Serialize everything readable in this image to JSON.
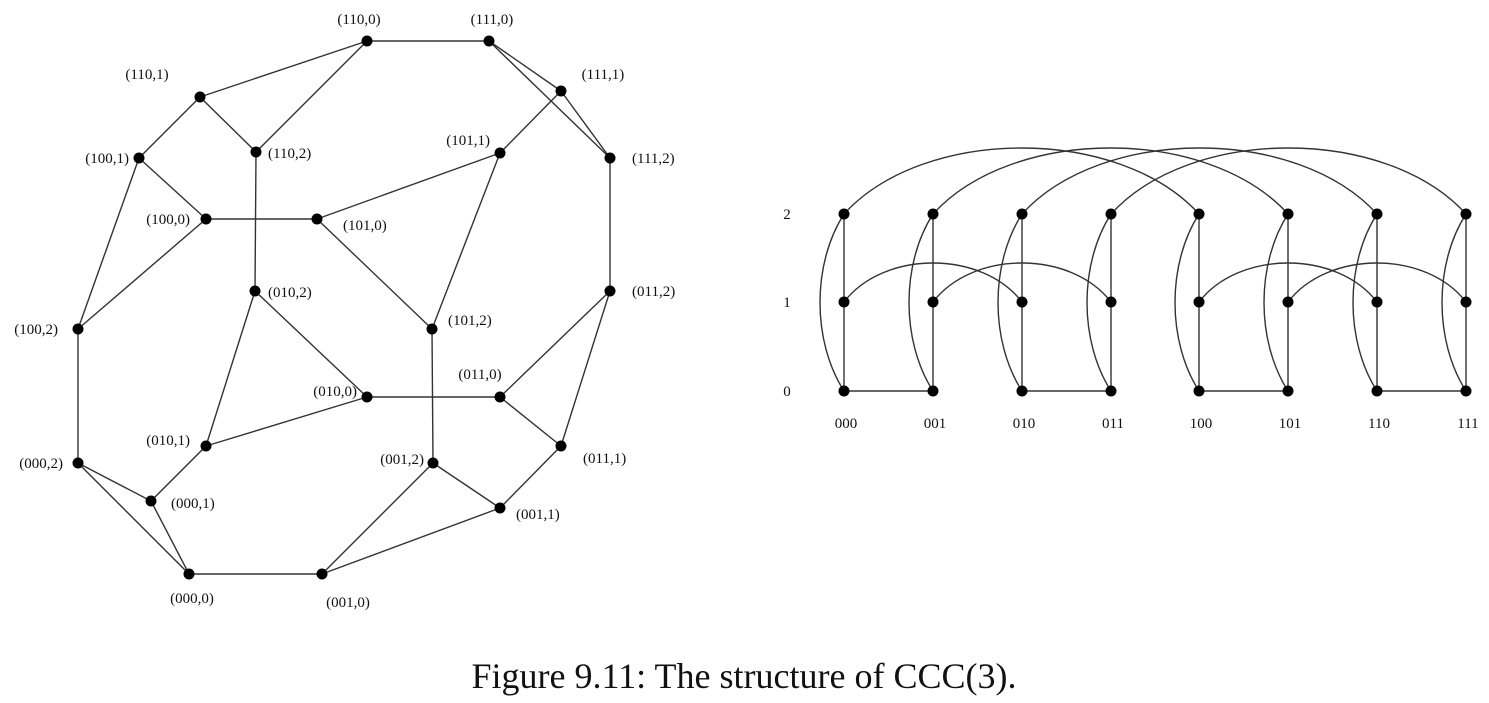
{
  "caption": "Figure 9.11: The structure of CCC(3).",
  "colors": {
    "node": "#000000",
    "edge": "#333333",
    "text": "#111111"
  },
  "left_graph": {
    "nodes": [
      {
        "id": "000,0",
        "label": "(000,0)"
      },
      {
        "id": "000,1",
        "label": "(000,1)"
      },
      {
        "id": "000,2",
        "label": "(000,2)"
      },
      {
        "id": "001,0",
        "label": "(001,0)"
      },
      {
        "id": "001,1",
        "label": "(001,1)"
      },
      {
        "id": "001,2",
        "label": "(001,2)"
      },
      {
        "id": "010,0",
        "label": "(010,0)"
      },
      {
        "id": "010,1",
        "label": "(010,1)"
      },
      {
        "id": "010,2",
        "label": "(010,2)"
      },
      {
        "id": "011,0",
        "label": "(011,0)"
      },
      {
        "id": "011,1",
        "label": "(011,1)"
      },
      {
        "id": "011,2",
        "label": "(011,2)"
      },
      {
        "id": "100,0",
        "label": "(100,0)"
      },
      {
        "id": "100,1",
        "label": "(100,1)"
      },
      {
        "id": "100,2",
        "label": "(100,2)"
      },
      {
        "id": "101,0",
        "label": "(101,0)"
      },
      {
        "id": "101,1",
        "label": "(101,1)"
      },
      {
        "id": "101,2",
        "label": "(101,2)"
      },
      {
        "id": "110,0",
        "label": "(110,0)"
      },
      {
        "id": "110,1",
        "label": "(110,1)"
      },
      {
        "id": "110,2",
        "label": "(110,2)"
      },
      {
        "id": "111,0",
        "label": "(111,0)"
      },
      {
        "id": "111,1",
        "label": "(111,1)"
      },
      {
        "id": "111,2",
        "label": "(111,2)"
      }
    ],
    "edges": [
      [
        "000,0",
        "000,1"
      ],
      [
        "000,1",
        "000,2"
      ],
      [
        "000,2",
        "000,0"
      ],
      [
        "001,0",
        "001,1"
      ],
      [
        "001,1",
        "001,2"
      ],
      [
        "001,2",
        "001,0"
      ],
      [
        "010,0",
        "010,1"
      ],
      [
        "010,1",
        "010,2"
      ],
      [
        "010,2",
        "010,0"
      ],
      [
        "011,0",
        "011,1"
      ],
      [
        "011,1",
        "011,2"
      ],
      [
        "011,2",
        "011,0"
      ],
      [
        "100,0",
        "100,1"
      ],
      [
        "100,1",
        "100,2"
      ],
      [
        "100,2",
        "100,0"
      ],
      [
        "101,0",
        "101,1"
      ],
      [
        "101,1",
        "101,2"
      ],
      [
        "101,2",
        "101,0"
      ],
      [
        "110,0",
        "110,1"
      ],
      [
        "110,1",
        "110,2"
      ],
      [
        "110,2",
        "110,0"
      ],
      [
        "111,0",
        "111,1"
      ],
      [
        "111,1",
        "111,2"
      ],
      [
        "111,2",
        "111,0"
      ],
      [
        "000,0",
        "001,0"
      ],
      [
        "010,0",
        "011,0"
      ],
      [
        "100,0",
        "101,0"
      ],
      [
        "110,0",
        "111,0"
      ],
      [
        "000,1",
        "010,1"
      ],
      [
        "001,1",
        "011,1"
      ],
      [
        "100,1",
        "110,1"
      ],
      [
        "101,1",
        "111,1"
      ],
      [
        "000,2",
        "100,2"
      ],
      [
        "001,2",
        "101,2"
      ],
      [
        "010,2",
        "110,2"
      ],
      [
        "011,2",
        "111,2"
      ]
    ]
  },
  "right_graph": {
    "columns": [
      "000",
      "001",
      "010",
      "011",
      "100",
      "101",
      "110",
      "111"
    ],
    "levels": [
      "0",
      "1",
      "2"
    ]
  }
}
